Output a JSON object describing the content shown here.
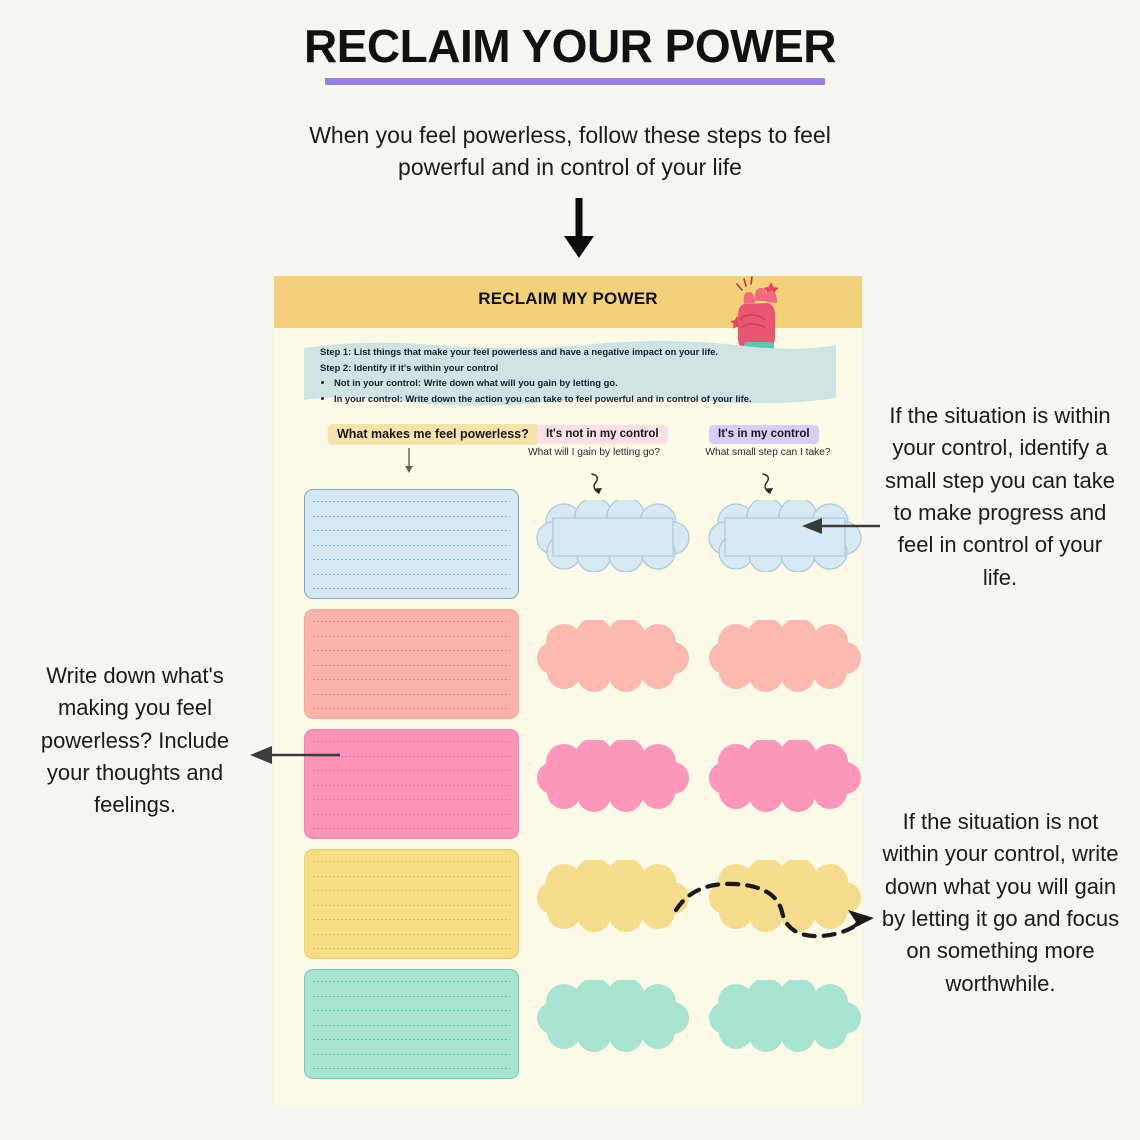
{
  "page": {
    "background": "#f7f6f1",
    "accent_purple": "#9b7fe0"
  },
  "header": {
    "title": "RECLAIM YOUR POWER",
    "subtitle": "When you feel powerless, follow these steps to feel powerful and in control of your life",
    "down_arrow_icon": "arrow-down-icon"
  },
  "worksheet": {
    "title": "RECLAIM MY POWER",
    "header_bg": "#f2d17a",
    "paper_bg": "#fdfbe8",
    "fist_icon": "raised-fist-icon",
    "instructions": {
      "step1": "Step 1: List things that make your feel powerless and have a negative impact on your life.",
      "step2": "Step 2: Identify if it's within your control",
      "bullets": [
        "Not in your control: Write down what will you gain by letting go.",
        "In your control: Write down the action you can take to feel powerful and in control of your life."
      ],
      "blob_bg": "#cfe4e2"
    },
    "columns": [
      {
        "id": "powerless",
        "badge": "What makes me feel powerless?",
        "badge_bg": "#f6e3ab",
        "sub": "",
        "marker_icon": "arrow-down-icon"
      },
      {
        "id": "not-in-control",
        "badge": "It's not in my control",
        "badge_bg": "#fadfe4",
        "sub": "What will I gain by letting go?",
        "marker_icon": "squiggly-arrow-down-icon"
      },
      {
        "id": "in-control",
        "badge": "It's in my control",
        "badge_bg": "#d9cdf5",
        "sub": "What small step can I take?",
        "marker_icon": "squiggly-arrow-down-icon"
      }
    ],
    "rows": [
      {
        "id": "row-blue",
        "box_fill": "#d6e8f4",
        "box_border": "#7fa8c6",
        "line_color": "#86b2d0",
        "cloud_fill": "#d7e9f2",
        "cloud_border": "#a9c9dc"
      },
      {
        "id": "row-salmon",
        "box_fill": "#fcb3ab",
        "box_border": "#f3a79e",
        "line_color": "#e39289",
        "cloud_fill": "#fcb9b0",
        "cloud_border": "#fcb9b0"
      },
      {
        "id": "row-pink",
        "box_fill": "#fc93b8",
        "box_border": "#f286ac",
        "line_color": "#e17a9c",
        "cloud_fill": "#fd96bb",
        "cloud_border": "#fd96bb"
      },
      {
        "id": "row-yellow",
        "box_fill": "#f7dd84",
        "box_border": "#ecd07a",
        "line_color": "#ddbf63",
        "cloud_fill": "#f6dc8d",
        "cloud_border": "#f6dc8d"
      },
      {
        "id": "row-mint",
        "box_fill": "#a9e3d1",
        "box_border": "#6fc9b3",
        "line_color": "#5fc0a8",
        "cloud_fill": "#a9e3d1",
        "cloud_border": "#a9e3d1"
      }
    ],
    "line_count": 7,
    "clouds_per_row": 2
  },
  "annotations": [
    {
      "id": "right-top",
      "text": "If the situation is within your control, identify a small step you can take to make progress and feel in control of your life.",
      "connector_icon": "arrow-left-icon"
    },
    {
      "id": "left",
      "text": "Write down what's making you feel powerless? Include your thoughts and feelings.",
      "connector_icon": "arrow-left-icon"
    },
    {
      "id": "right-bottom",
      "text": "If the situation is not within your control, write down what you will gain by letting it go and focus on something more worthwhile.",
      "connector_icon": "dashed-curved-arrow-icon"
    }
  ]
}
